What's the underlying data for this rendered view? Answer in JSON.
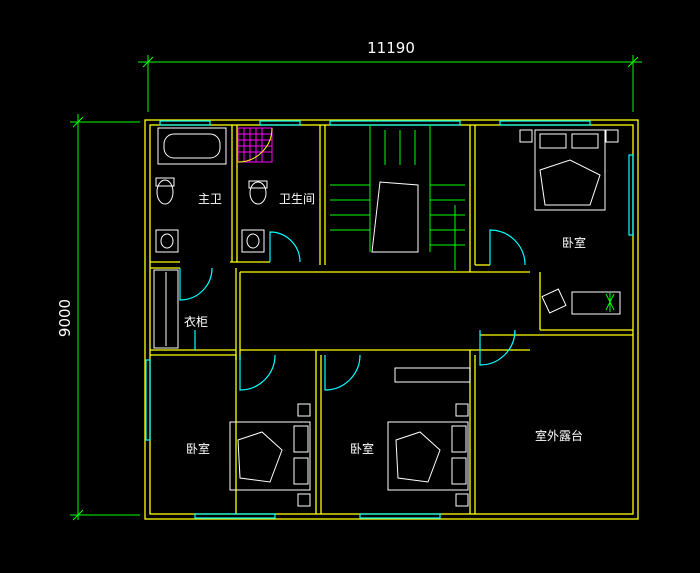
{
  "dimensions": {
    "width_label": "11190",
    "height_label": "9000"
  },
  "rooms": {
    "master_bath": "主卫",
    "toilet": "卫生间",
    "wardrobe": "衣柜",
    "bedroom_top_right": "卧室",
    "bedroom_bottom_left": "卧室",
    "bedroom_bottom_mid": "卧室",
    "outdoor_terrace": "室外露台"
  },
  "colors": {
    "background": "#000000",
    "wall": "#ffff00",
    "dimension": "#00ff00",
    "window": "#00ffff",
    "door": "#00ffff",
    "stairs": "#00ff00",
    "furniture": "#ffffff",
    "tile": "#ff00ff"
  }
}
